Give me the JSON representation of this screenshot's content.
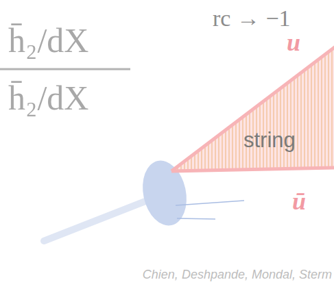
{
  "diagram": {
    "nodes": [
      {
        "text": [
          "string"
        ]
      }
    ],
    "labels": [
      "h̄₂/dX",
      "h̄₂/dX",
      "rc → −1",
      "u",
      "ū",
      "Chien, Deshpande, Mondal, Sterm"
    ]
  }
}
